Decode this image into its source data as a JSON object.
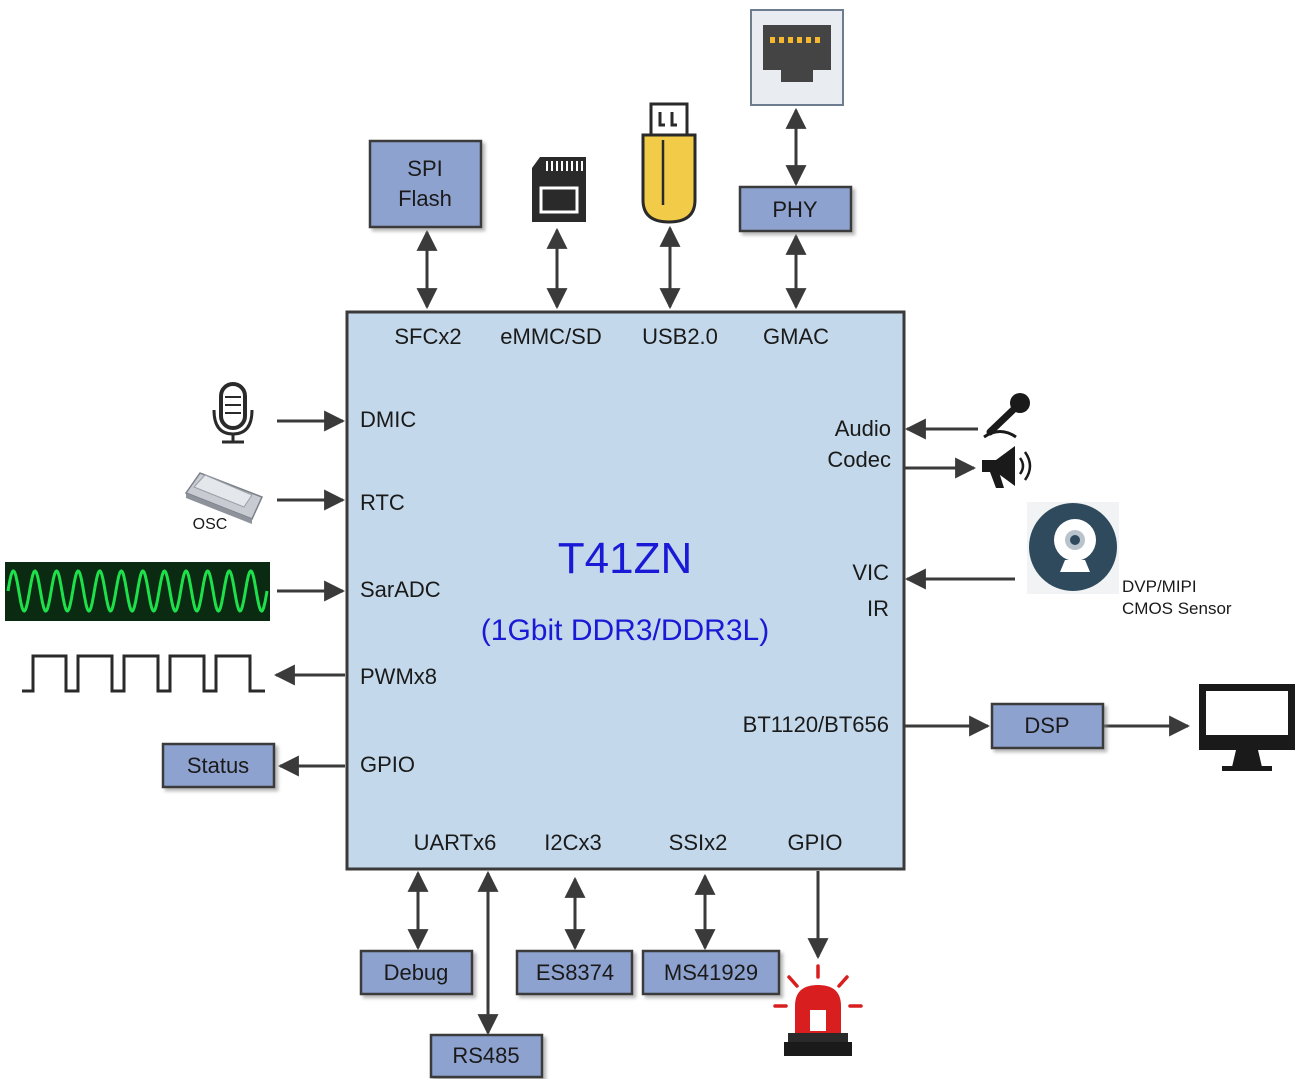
{
  "chip": {
    "name": "T41ZN",
    "memory": "(1Gbit DDR3/DDR3L)",
    "top_ports": [
      "SFCx2",
      "eMMC/SD",
      "USB2.0",
      "GMAC"
    ],
    "left_ports": [
      "DMIC",
      "RTC",
      "SarADC",
      "PWMx8",
      "GPIO"
    ],
    "right_ports": [
      "Audio",
      "Codec",
      "VIC",
      "IR",
      "BT1120/BT656"
    ],
    "bottom_ports": [
      "UARTx6",
      "I2Cx3",
      "SSIx2",
      "GPIO"
    ]
  },
  "boxes": {
    "spi_line1": "SPI",
    "spi_line2": "Flash",
    "phy": "PHY",
    "status": "Status",
    "dsp": "DSP",
    "debug": "Debug",
    "rs485": "RS485",
    "es8374": "ES8374",
    "ms41929": "MS41929"
  },
  "labels": {
    "osc": "OSC",
    "sensor_line1": "DVP/MIPI",
    "sensor_line2": "CMOS Sensor"
  },
  "icons": {
    "sd_card": "sd-card-icon",
    "usb_drive": "usb-drive-icon",
    "ethernet": "ethernet-port-icon",
    "microphone": "microphone-icon",
    "oscillator": "oscillator-icon",
    "sine_wave": "sine-wave-icon",
    "square_wave": "square-wave-icon",
    "handheld_mic": "handheld-microphone-icon",
    "speaker": "speaker-icon",
    "camera": "camera-icon",
    "monitor": "monitor-icon",
    "alarm": "alarm-light-icon"
  },
  "colors": {
    "chip_fill": "#c3d8ea",
    "box_fill": "#8ea2cf",
    "title_blue": "#1a1ad6",
    "text": "#1a1a1a",
    "wave_bg": "#0a2a12",
    "wave_green": "#1ee04a",
    "usb_yellow": "#f2cc48",
    "alarm_red": "#d81e1e"
  }
}
